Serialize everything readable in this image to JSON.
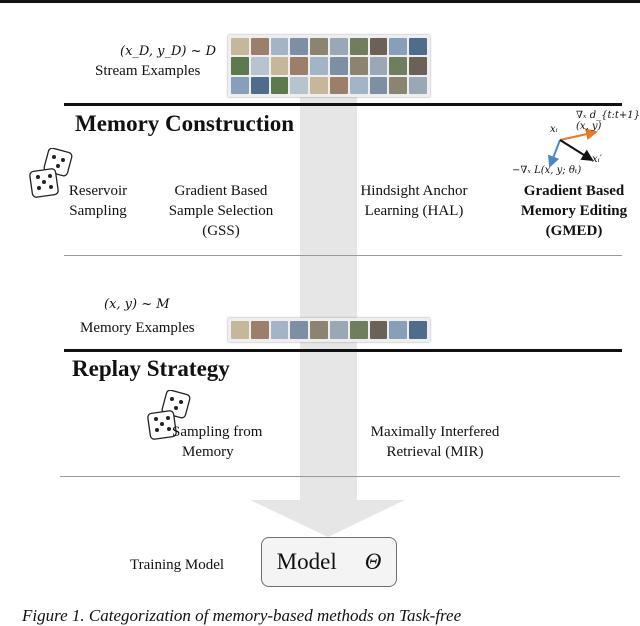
{
  "stream": {
    "math": "(x_D, y_D) ~ D",
    "label": "Stream Examples"
  },
  "memory_construction": {
    "title": "Memory Construction",
    "methods": [
      {
        "line1": "Reservoir",
        "line2": "Sampling"
      },
      {
        "line1": "Gradient Based",
        "line2": "Sample Selection",
        "line3": "(GSS)"
      },
      {
        "line1": "Hindsight Anchor",
        "line2": "Learning (HAL)"
      },
      {
        "line1": "Gradient Based",
        "line2": "Memory Editing",
        "line3": "(GMED)"
      }
    ],
    "vector_labels": {
      "top": "∇ₓ d_{t:t+1}(x, y)",
      "point": "xᵢ",
      "edited": "xᵢ′",
      "loss": "−∇ₓ L(x, y; θₜ)"
    }
  },
  "memory": {
    "math": "(x, y) ~ M",
    "label": "Memory Examples"
  },
  "replay_strategy": {
    "title": "Replay Strategy",
    "methods": [
      {
        "line1": "Sampling from",
        "line2": "Memory"
      },
      {
        "line1": "Maximally Interfered",
        "line2": "Retrieval (MIR)"
      }
    ]
  },
  "training": {
    "label": "Training Model",
    "model_word": "Model",
    "theta": "Θ"
  },
  "caption": "Figure 1. Categorization of memory-based methods on Task-free"
}
